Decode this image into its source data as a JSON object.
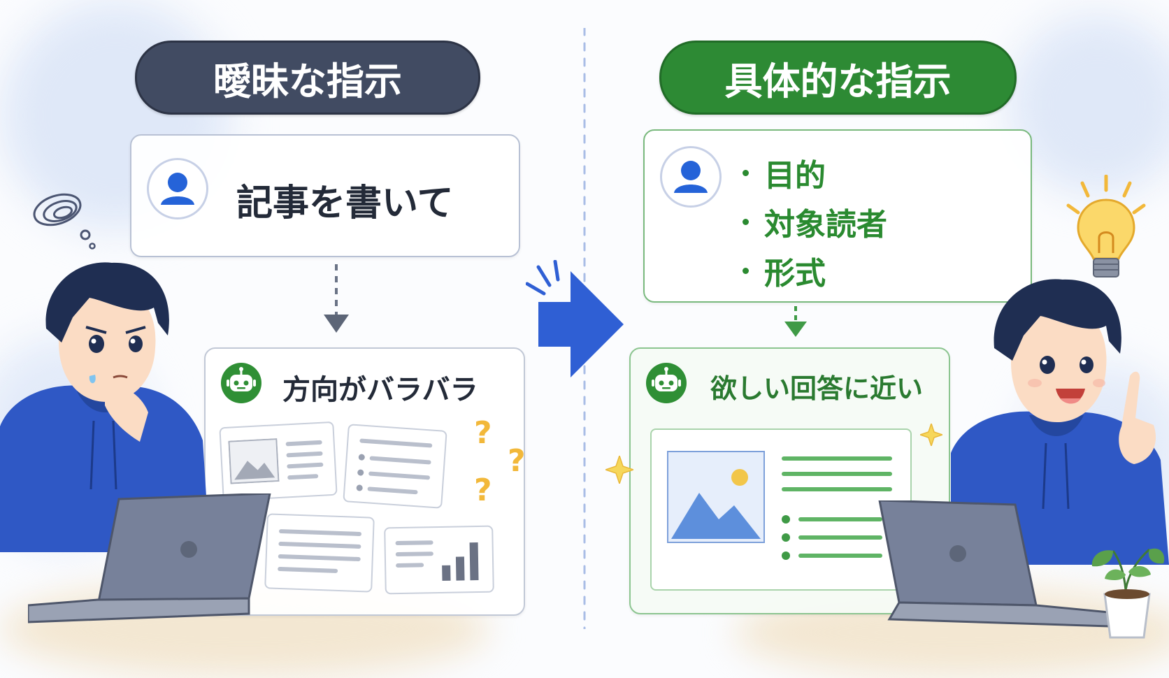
{
  "left": {
    "header": "曖昧な指示",
    "prompt": "記事を書いて",
    "result": "方向がバラバラ",
    "question_mark": "?"
  },
  "right": {
    "header": "具体的な指示",
    "prompt_items": [
      "目的",
      "対象読者",
      "形式"
    ],
    "result": "欲しい回答に近い"
  },
  "colors": {
    "vague_header": "#414b62",
    "specific_header": "#2d8a34",
    "accent_blue": "#2f5fd4",
    "accent_green": "#2d8a34"
  }
}
